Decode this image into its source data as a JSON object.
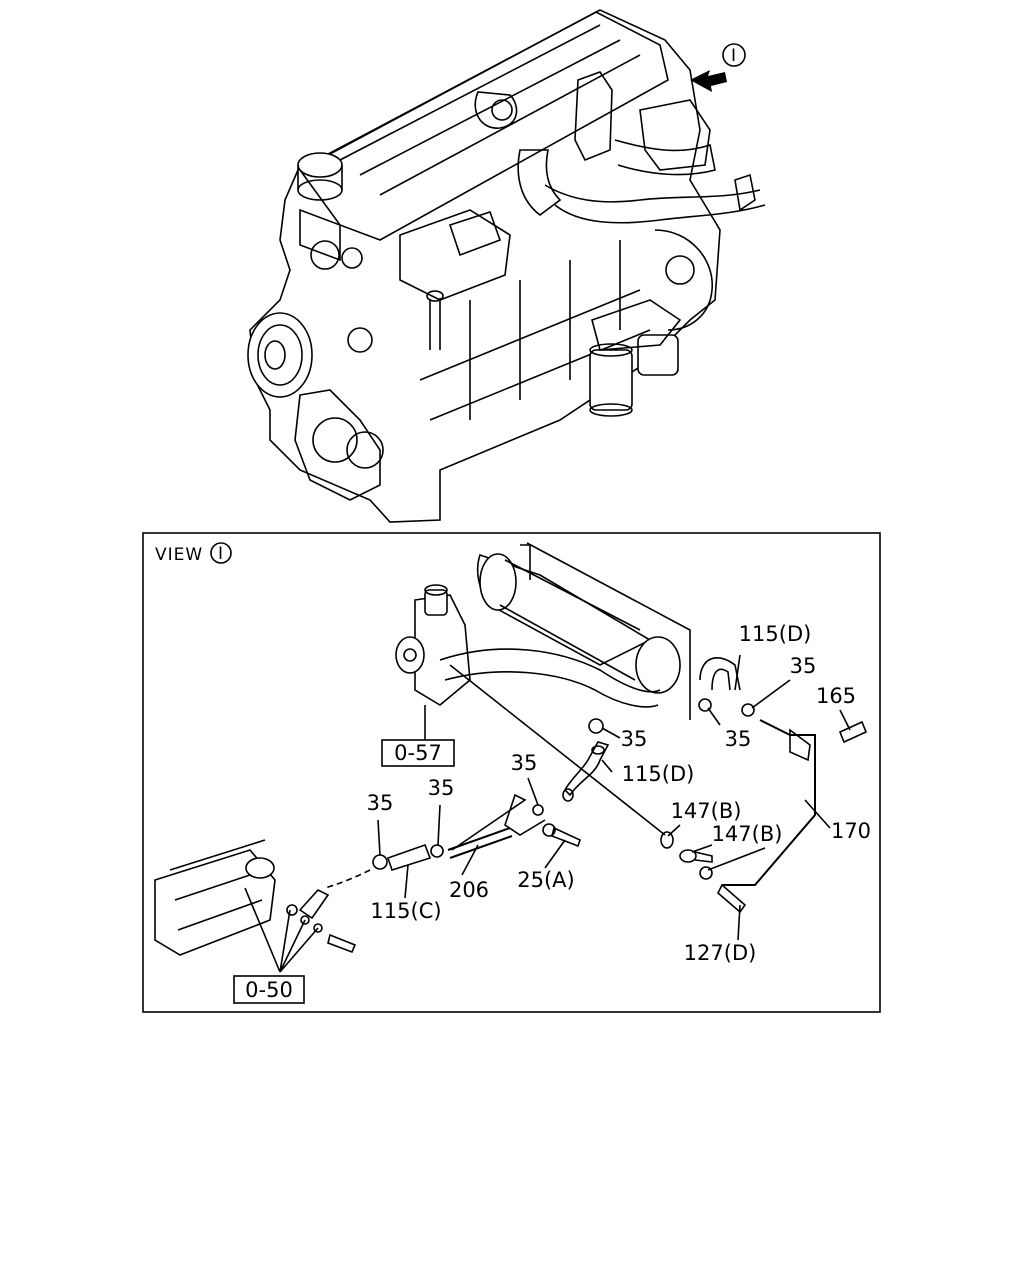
{
  "view": {
    "marker": "I",
    "title": "VIEW"
  },
  "refs": {
    "ref_057": "0-57",
    "ref_050": "0-50"
  },
  "labels": {
    "l115d_top": "115(D)",
    "l35_a": "35",
    "l165": "165",
    "l35_b": "35",
    "l35_c": "35",
    "l115d_mid": "115(D)",
    "l35_d": "35",
    "l35_e": "35",
    "l35_f": "35",
    "l147b_a": "147(B)",
    "l147b_b": "147(B)",
    "l170": "170",
    "l25a": "25(A)",
    "l206": "206",
    "l115c": "115(C)",
    "l127d": "127(D)"
  }
}
